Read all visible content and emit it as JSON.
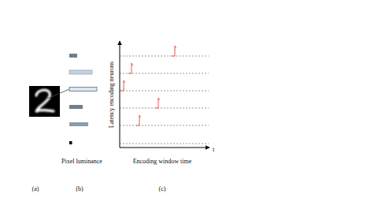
{
  "diagram": {
    "labels": [
      "(a)",
      "(b)",
      "(c)",
      "Pixel luminance",
      "Encoding window time",
      "Latency encoding neurons",
      "t"
    ]
  }
}
